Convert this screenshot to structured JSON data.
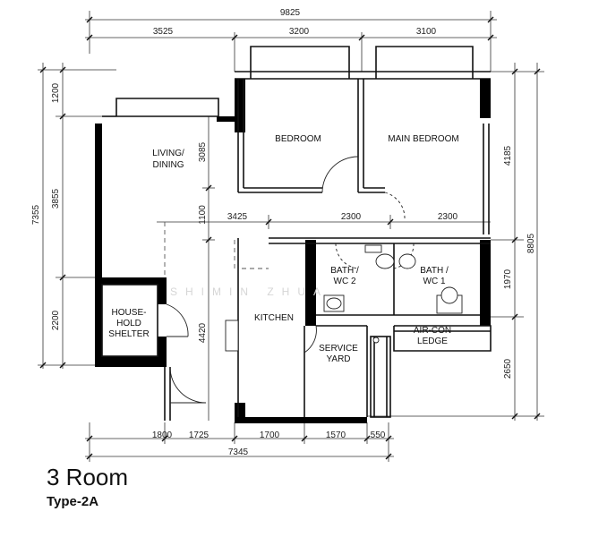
{
  "plan": {
    "title": "3 Room",
    "subtitle": "Type-2A",
    "watermark": "SHIMIN ZHUA",
    "rooms": {
      "bedroom": "BEDROOM",
      "main_bedroom": "MAIN BEDROOM",
      "living_dining_1": "LIVING/",
      "living_dining_2": "DINING",
      "household_shelter_1": "HOUSE-",
      "household_shelter_2": "HOLD",
      "household_shelter_3": "SHELTER",
      "kitchen": "KITCHEN",
      "service_yard_1": "SERVICE",
      "service_yard_2": "YARD",
      "bath_wc2_1": "BATH /",
      "bath_wc2_2": "WC 2",
      "bath_wc1_1": "BATH /",
      "bath_wc1_2": "WC 1",
      "aircon_ledge_1": "AIR-CON",
      "aircon_ledge_2": "LEDGE"
    },
    "dimensions": {
      "top_total": "9825",
      "top_1": "3525",
      "top_2": "3200",
      "top_3": "3100",
      "left_total": "7355",
      "left_1": "1200",
      "left_2": "3855",
      "left_3": "2200",
      "right_total": "8805",
      "right_1": "4185",
      "right_2": "1970",
      "right_3": "2650",
      "bottom_1": "1800",
      "bottom_2": "1725",
      "bottom_3": "1700",
      "bottom_4": "1570",
      "bottom_5": "550",
      "bottom_total": "7345",
      "mid_1": "3425",
      "mid_2": "2300",
      "mid_3": "2300",
      "inner_1": "3085",
      "inner_2": "1100",
      "inner_3": "4420"
    }
  }
}
